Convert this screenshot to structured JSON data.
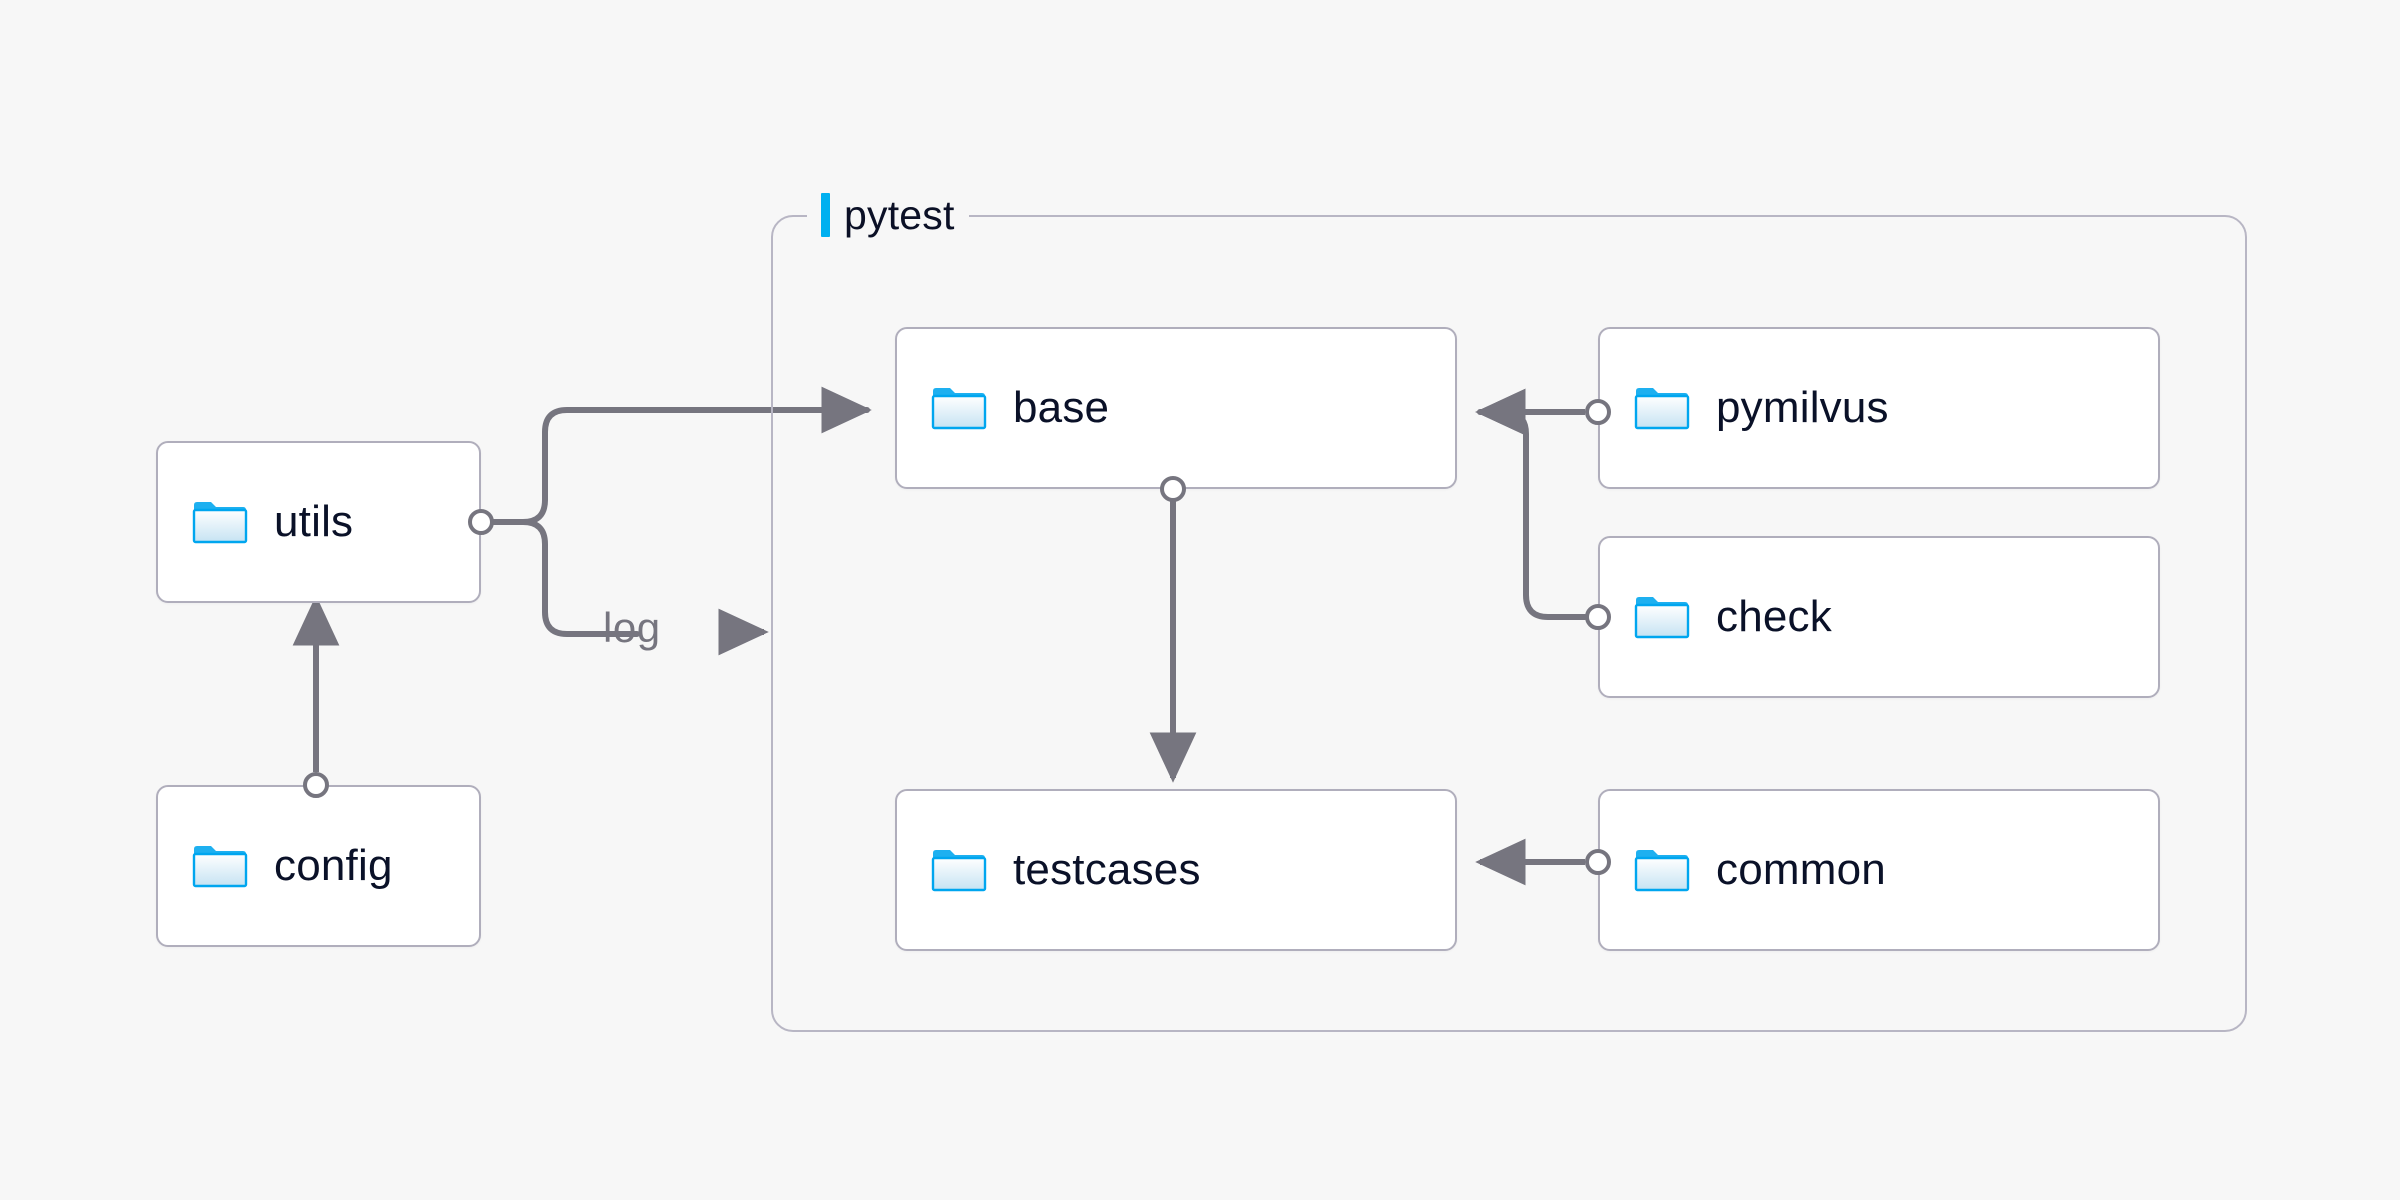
{
  "diagram": {
    "background_color": "#f7f7f7",
    "accent_color": "#00b0f0",
    "edge_color": "#76757f",
    "node_border_color": "#b0aebc",
    "node_text_color": "#0a1128",
    "group": {
      "title": "pytest",
      "label_icon": "accent-bar"
    },
    "nodes": [
      {
        "id": "utils",
        "label": "utils",
        "icon": "folder-icon"
      },
      {
        "id": "config",
        "label": "config",
        "icon": "folder-icon"
      },
      {
        "id": "base",
        "label": "base",
        "icon": "folder-icon"
      },
      {
        "id": "testcases",
        "label": "testcases",
        "icon": "folder-icon"
      },
      {
        "id": "pymilvus",
        "label": "pymilvus",
        "icon": "folder-icon"
      },
      {
        "id": "check",
        "label": "check",
        "icon": "folder-icon"
      },
      {
        "id": "common",
        "label": "common",
        "icon": "folder-icon"
      }
    ],
    "edges": [
      {
        "id": "config-to-utils",
        "from": "config",
        "to": "utils",
        "label": ""
      },
      {
        "id": "utils-to-base",
        "from": "utils",
        "to": "base",
        "label": ""
      },
      {
        "id": "utils-to-log",
        "from": "utils",
        "to": "pytest",
        "label": "log"
      },
      {
        "id": "base-to-testcases",
        "from": "base",
        "to": "testcases",
        "label": ""
      },
      {
        "id": "pymilvus-to-base",
        "from": "pymilvus",
        "to": "base",
        "label": ""
      },
      {
        "id": "check-to-base",
        "from": "check",
        "to": "base",
        "label": ""
      },
      {
        "id": "common-to-testcases",
        "from": "common",
        "to": "testcases",
        "label": ""
      }
    ]
  }
}
